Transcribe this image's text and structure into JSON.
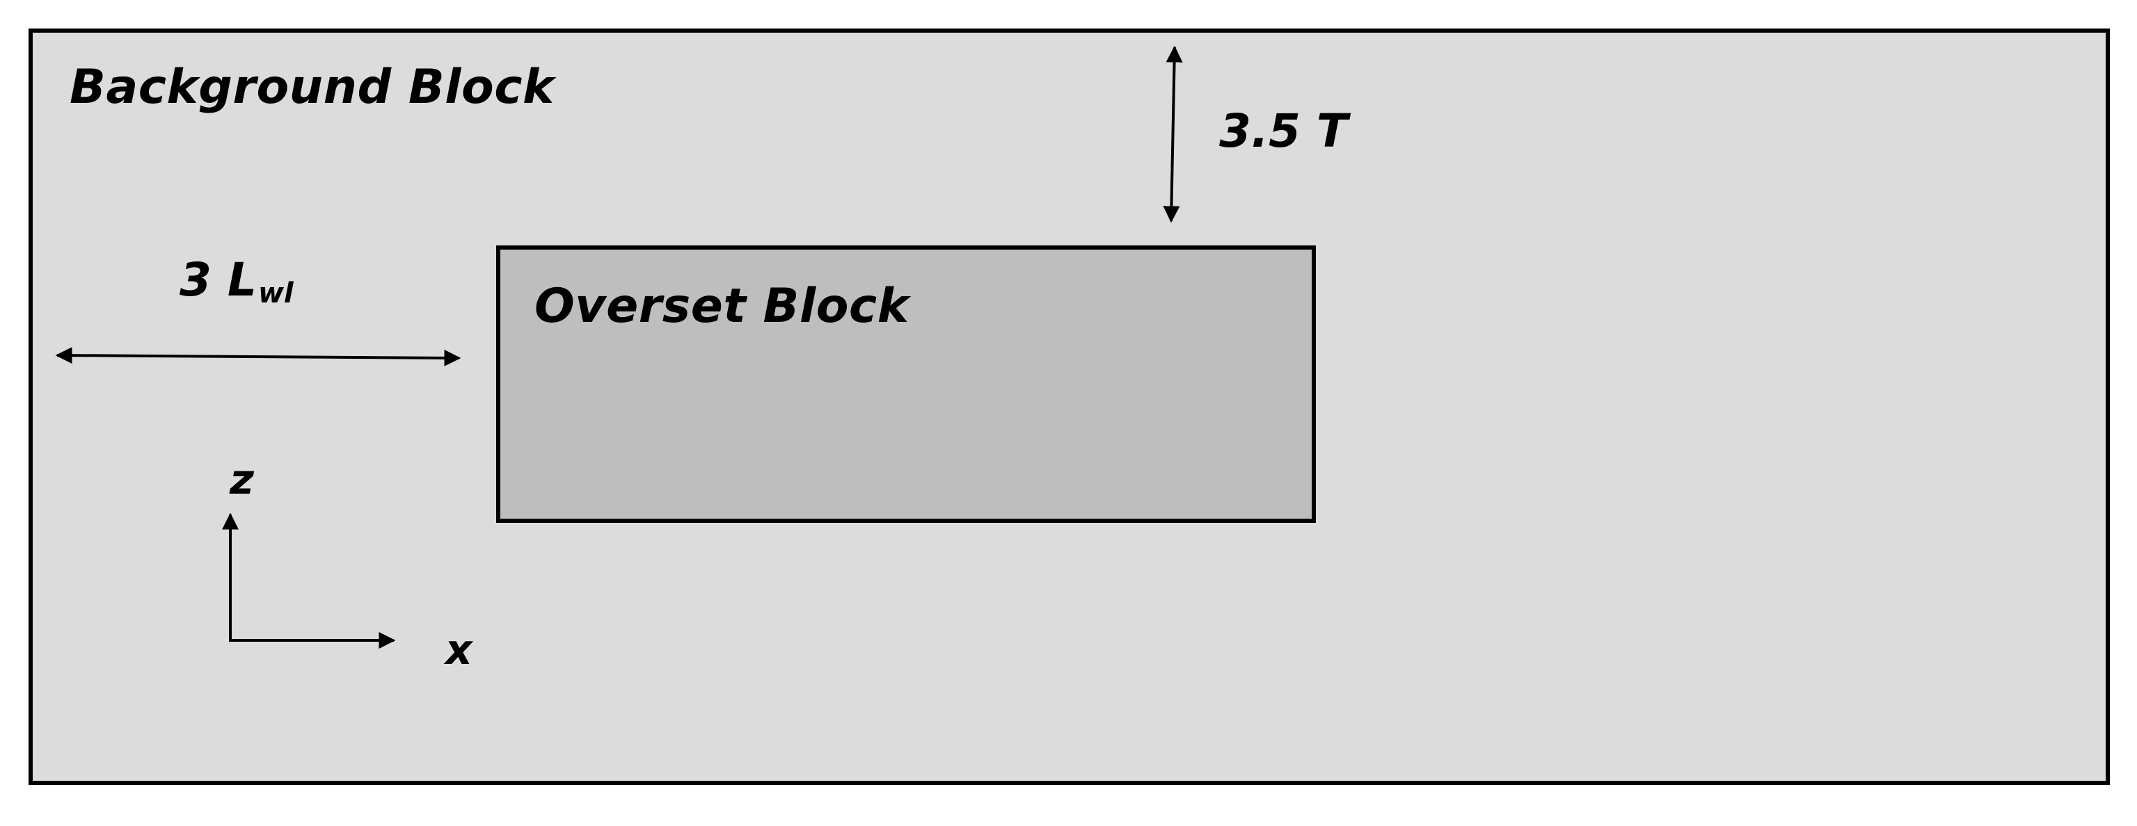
{
  "diagram": {
    "background_block": {
      "label": "Background Block",
      "fill": "#dcdcdc",
      "stroke": "#000000"
    },
    "overset_block": {
      "label": "Overset Block",
      "fill": "#bebebe",
      "stroke": "#000000"
    },
    "dimensions": {
      "vertical_gap_label": "3.5 T",
      "horizontal_gap_label_main": "3 L",
      "horizontal_gap_label_sub": "wl"
    },
    "axes": {
      "vertical_label": "z",
      "horizontal_label": "x"
    }
  }
}
